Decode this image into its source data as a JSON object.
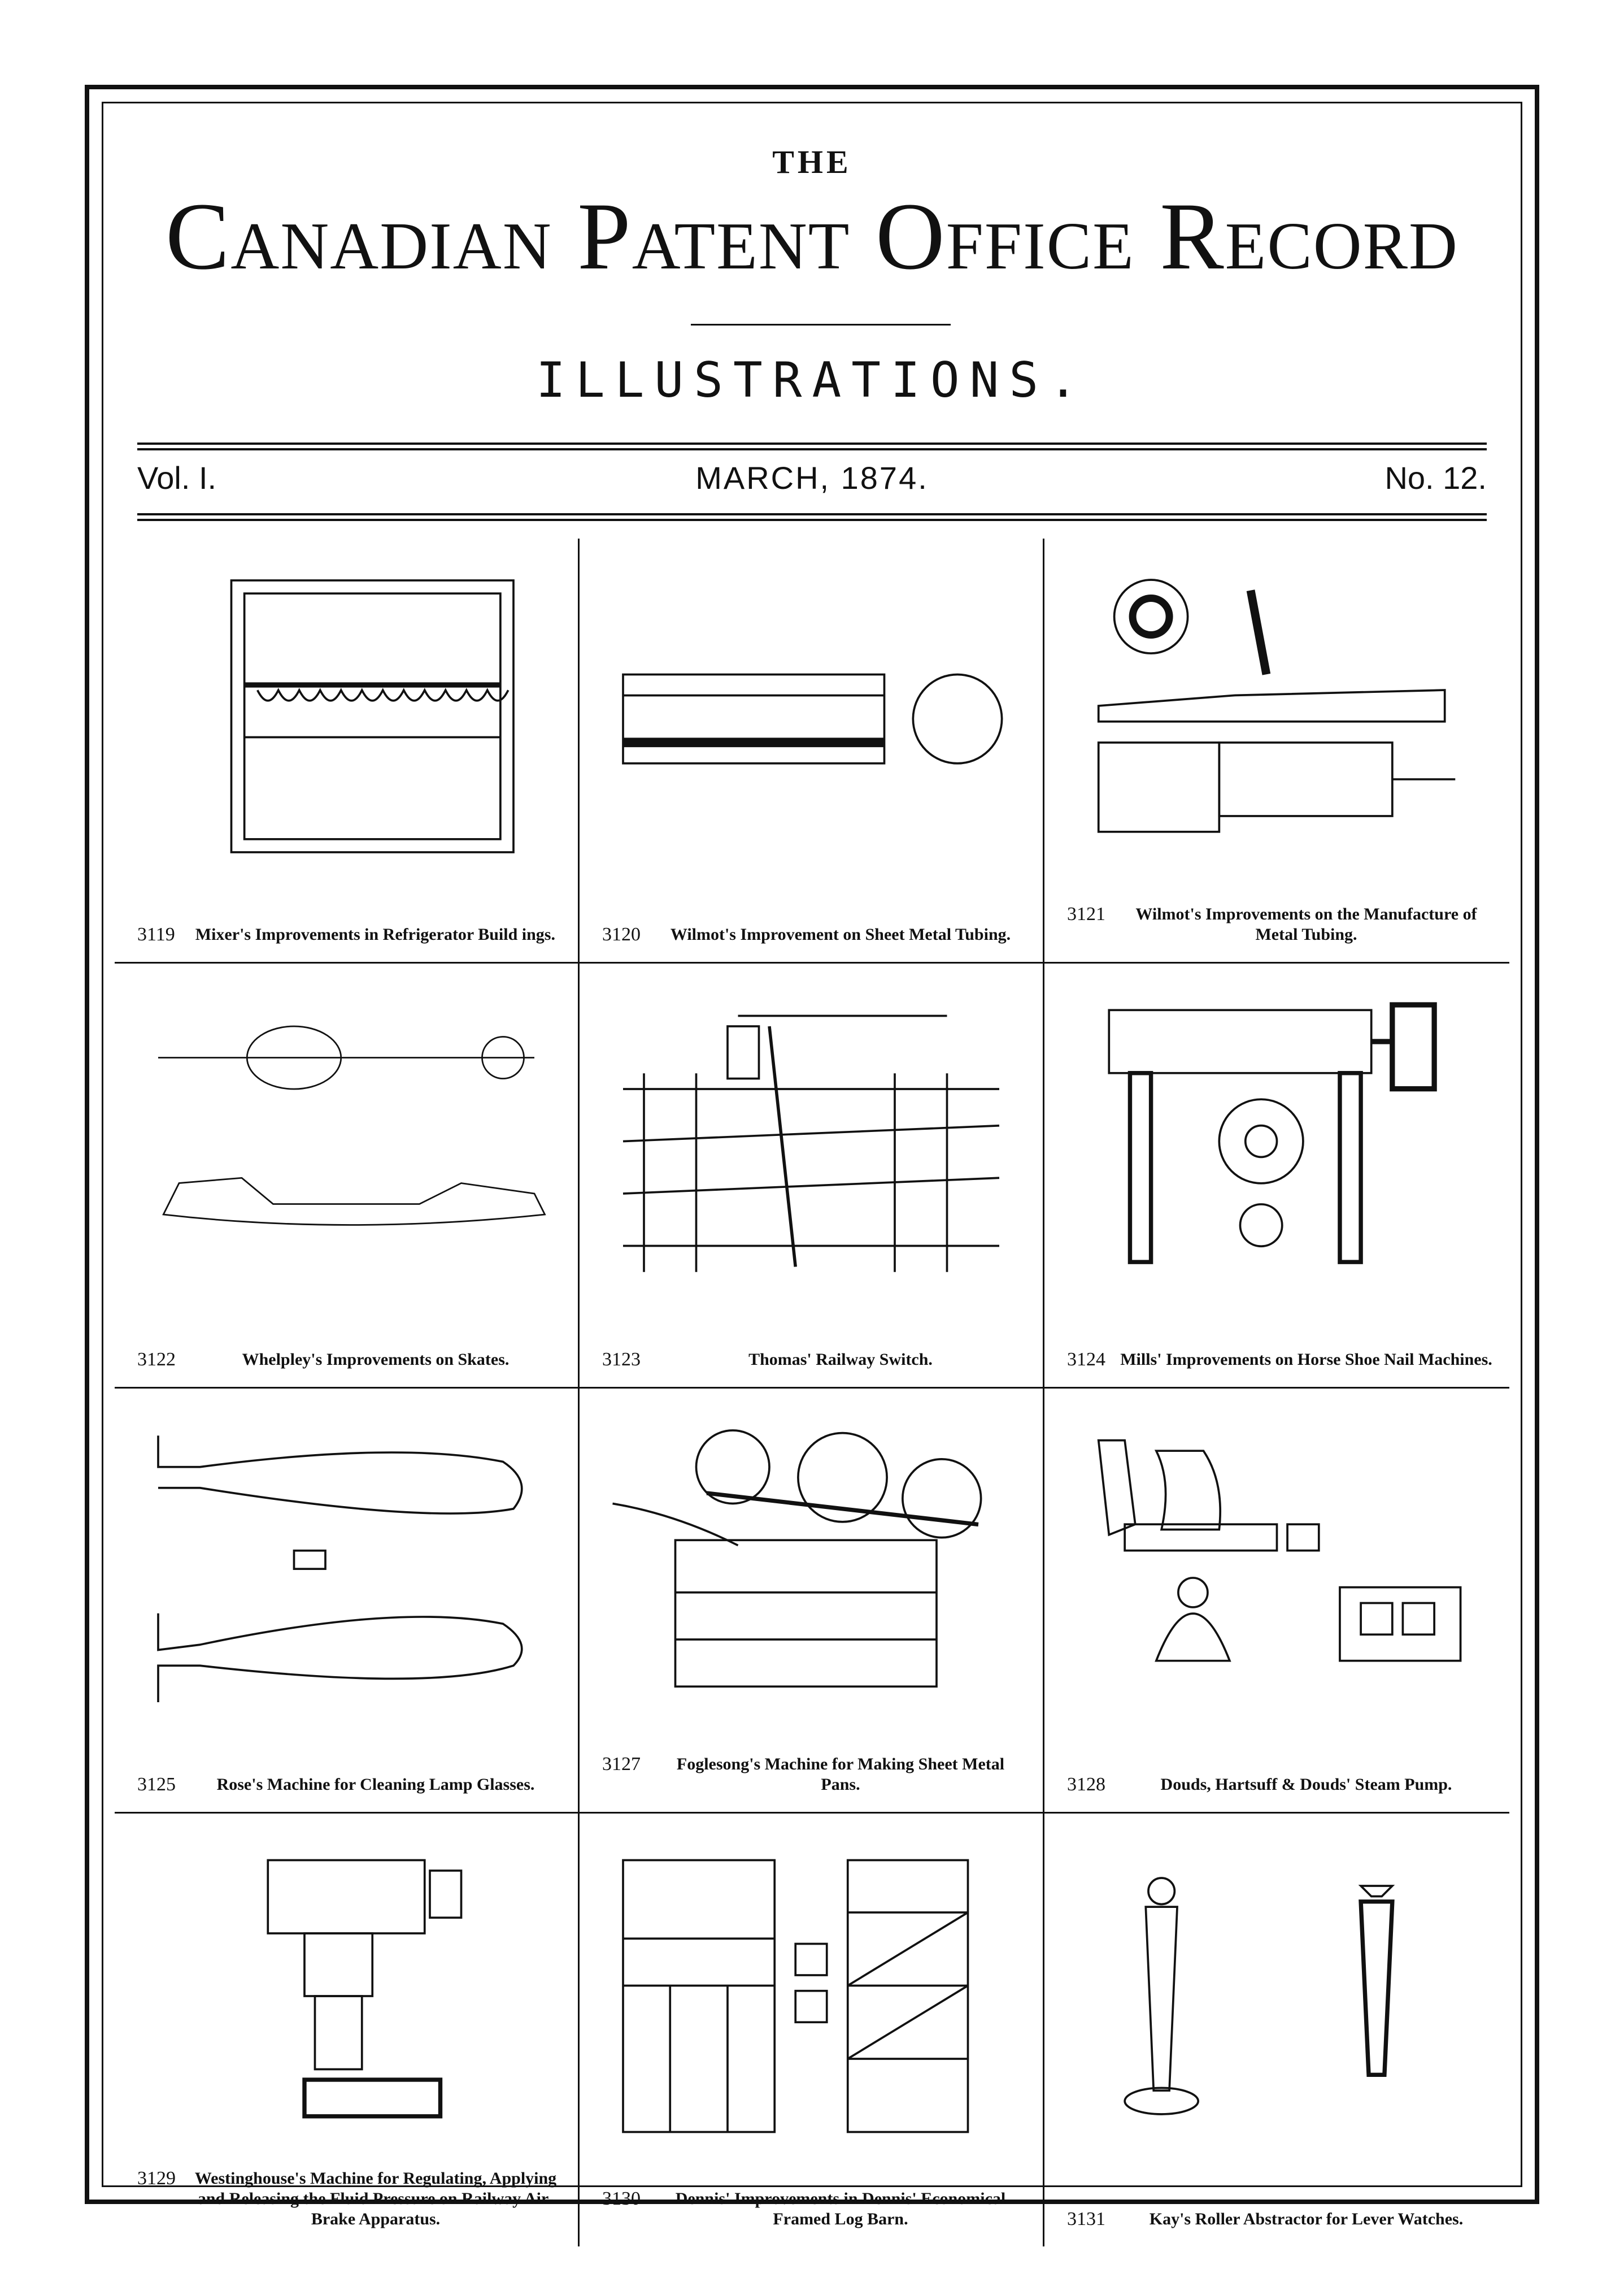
{
  "header": {
    "the": "THE",
    "title": "Canadian Patent Office Record",
    "subtitle": "ILLUSTRATIONS."
  },
  "issue": {
    "volume": "Vol. I.",
    "date": "MARCH, 1874.",
    "number": "No. 12."
  },
  "patents": [
    {
      "number": "3119",
      "caption": "Mixer's Improvements in Refrigerator Build ings."
    },
    {
      "number": "3120",
      "caption": "Wilmot's Improvement on Sheet Metal Tubing."
    },
    {
      "number": "3121",
      "caption": "Wilmot's Improvements on the Manufacture of Metal Tubing."
    },
    {
      "number": "3122",
      "caption": "Whelpley's Improvements on Skates."
    },
    {
      "number": "3123",
      "caption": "Thomas' Railway Switch."
    },
    {
      "number": "3124",
      "caption": "Mills' Improvements on Horse Shoe Nail Machines."
    },
    {
      "number": "3125",
      "caption": "Rose's Machine for Cleaning Lamp Glasses."
    },
    {
      "number": "3127",
      "caption": "Foglesong's Machine for Making Sheet Metal Pans."
    },
    {
      "number": "3128",
      "caption": "Douds, Hartsuff & Douds' Steam Pump."
    },
    {
      "number": "3129",
      "caption": "Westinghouse's Machine for Regulating, Applying and Releasing the Fluid Pressure on Railway Air-Brake Apparatus."
    },
    {
      "number": "3130",
      "caption": "Dennis' Improvements in Dennis' Economical Framed Log Barn."
    },
    {
      "number": "3131",
      "caption": "Kay's Roller Abstractor for Lever Watches."
    }
  ]
}
